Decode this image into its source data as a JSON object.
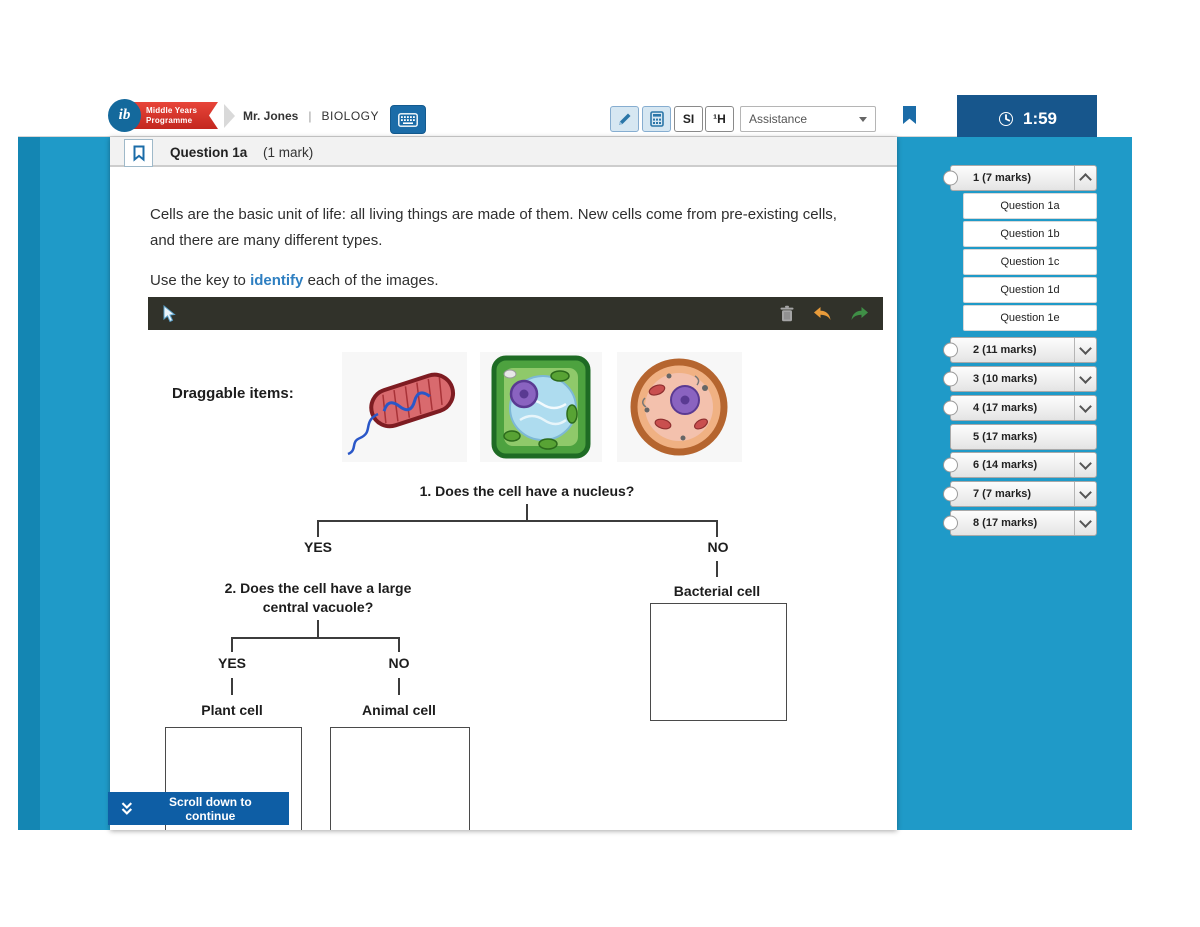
{
  "header": {
    "ib": "ib",
    "programme_line1": "Middle Years",
    "programme_line2": "Programme",
    "user": "Mr. Jones",
    "separator": "|",
    "subject": "BIOLOGY",
    "si_button": "SI",
    "periodic_button": "¹H",
    "assistance": "Assistance"
  },
  "timer": {
    "time": "1:59"
  },
  "question": {
    "title": "Question 1a",
    "marks": "(1 mark)",
    "intro": "Cells are the basic unit of life: all living things are made of them. New cells come from pre-existing cells, and there are many different types.",
    "instruction_prefix": "Use the key to ",
    "instruction_keyword": "identify",
    "instruction_suffix": " each of the images."
  },
  "canvas": {
    "draggable_label": "Draggable items:",
    "item_icons": [
      "bacterium-cell-image",
      "plant-cell-image",
      "animal-cell-image"
    ]
  },
  "tree": {
    "q1": "1. Does the cell have a nucleus?",
    "yes1": "YES",
    "no1": "NO",
    "q2_line1": "2. Does the cell have a large",
    "q2_line2": "central vacuole?",
    "yes2": "YES",
    "no2": "NO",
    "plant_label": "Plant cell",
    "animal_label": "Animal cell",
    "bacterial_label": "Bacterial cell"
  },
  "scroll": {
    "label": "Scroll down to continue"
  },
  "sidebar": {
    "items": [
      {
        "label": "1 (7 marks)"
      },
      {
        "label": "2 (11 marks)"
      },
      {
        "label": "3 (10 marks)"
      },
      {
        "label": "4 (17 marks)"
      },
      {
        "label": "5 (17 marks)"
      },
      {
        "label": "6 (14 marks)"
      },
      {
        "label": "7 (7 marks)"
      },
      {
        "label": "8 (17 marks)"
      }
    ],
    "subquestions": [
      "Question 1a",
      "Question 1b",
      "Question 1c",
      "Question 1d",
      "Question 1e"
    ]
  },
  "colors": {
    "teal_background": "#1f9ac8",
    "teal_left_strip": "#1486b3",
    "timer_background": "#17568c",
    "accent_blue": "#1b6ca8",
    "identify_blue": "#2e7fc1",
    "toolbar_dark": "#31322a",
    "scroll_button_blue": "#0e5ea5"
  }
}
